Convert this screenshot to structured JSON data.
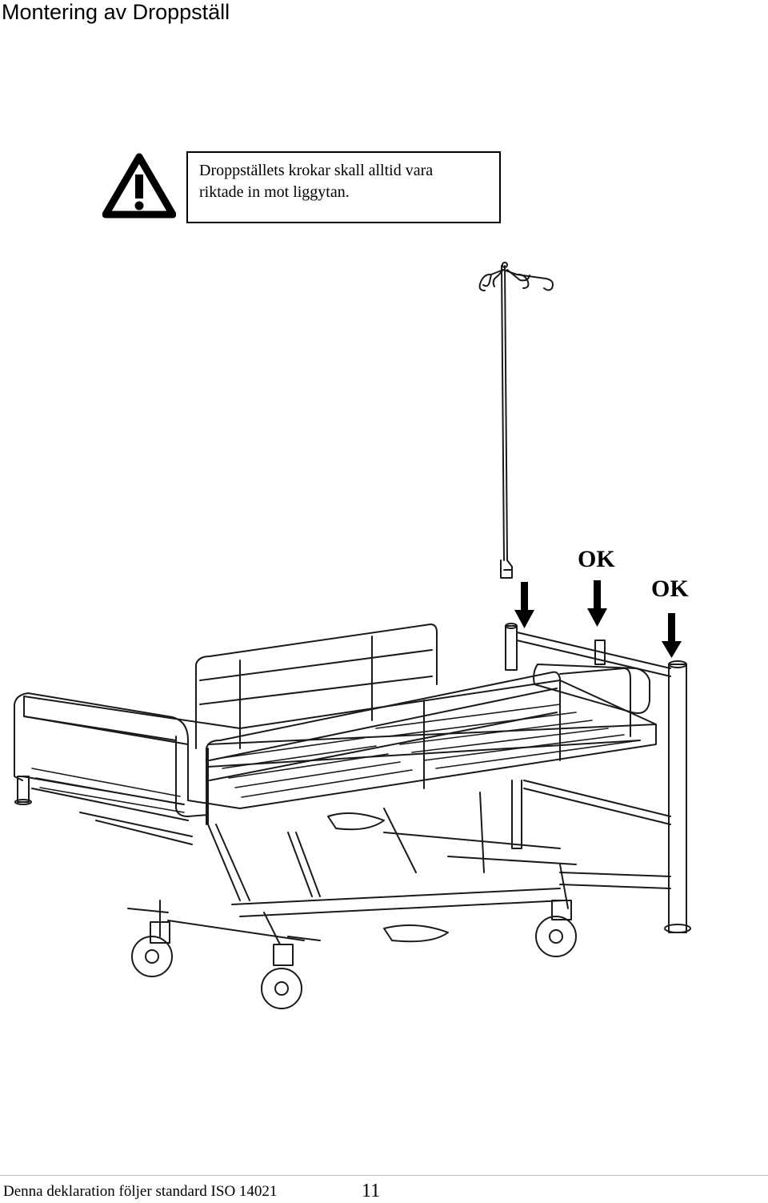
{
  "page": {
    "title": "Montering av Droppställ"
  },
  "warning": {
    "icon": "warning-triangle-icon",
    "line1": "Droppställets krokar skall alltid vara",
    "line2": "riktade in mot liggytan."
  },
  "illustration": {
    "subject": "hospital-bed-with-iv-pole",
    "ok_label_1": "OK",
    "ok_label_2": "OK"
  },
  "footer": {
    "text": "Denna deklaration följer standard ISO 14021",
    "page_number": "11"
  }
}
